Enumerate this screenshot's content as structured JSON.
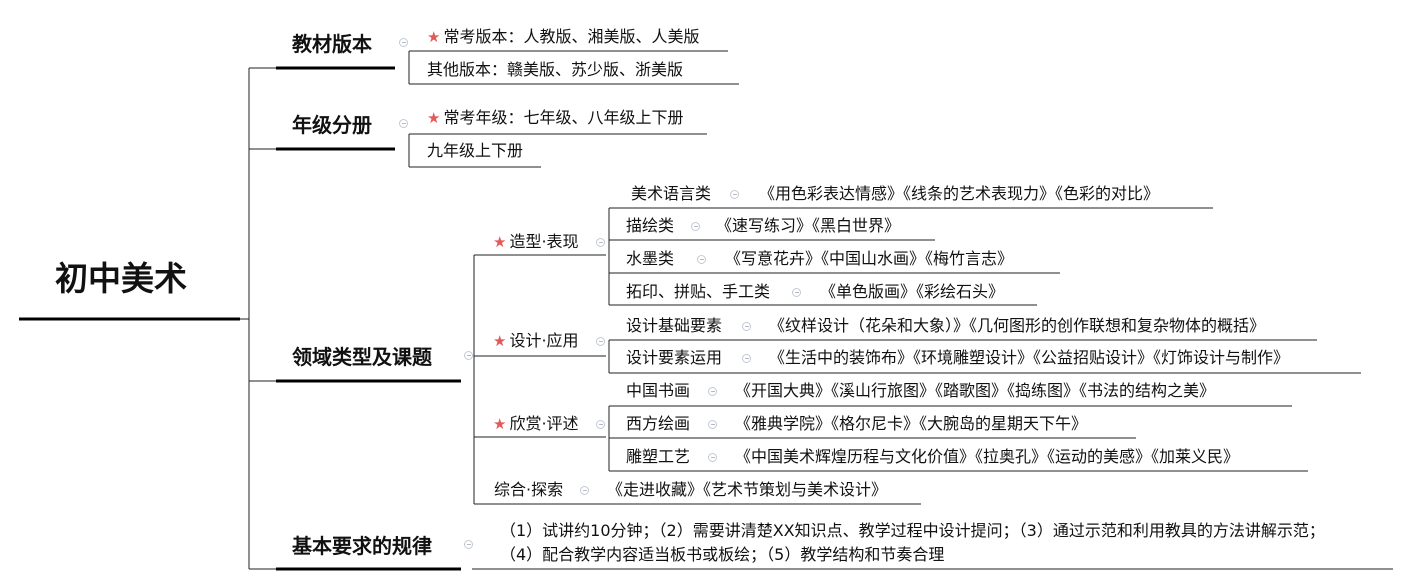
{
  "root": "初中美术",
  "categories": [
    "教材版本",
    "年级分册",
    "领域类型及课题",
    "基本要求的规律"
  ],
  "versions": [
    "常考版本：人教版、湘美版、人美版",
    "其他版本：赣美版、苏少版、浙美版"
  ],
  "grades": [
    "常考年级：七年级、八年级上下册",
    "九年级上下册"
  ],
  "domains": {
    "d1": {
      "label": "造型·表现",
      "items": [
        {
          "label": "美术语言类",
          "courses": "《用色彩表达情感》《线条的艺术表现力》《色彩的对比》"
        },
        {
          "label": "描绘类",
          "courses": "《速写练习》《黑白世界》"
        },
        {
          "label": "水墨类",
          "courses": "《写意花卉》《中国山水画》《梅竹言志》"
        },
        {
          "label": "拓印、拼贴、手工类",
          "courses": "《单色版画》《彩绘石头》"
        }
      ]
    },
    "d2": {
      "label": "设计·应用",
      "items": [
        {
          "label": "设计基础要素",
          "courses": "《纹样设计（花朵和大象）》《几何图形的创作联想和复杂物体的概括》"
        },
        {
          "label": "设计要素运用",
          "courses": "《生活中的装饰布》《环境雕塑设计》《公益招贴设计》《灯饰设计与制作》"
        }
      ]
    },
    "d3": {
      "label": "欣赏·评述",
      "items": [
        {
          "label": "中国书画",
          "courses": "《开国大典》《溪山行旅图》《踏歌图》《捣练图》《书法的结构之美》"
        },
        {
          "label": "西方绘画",
          "courses": "《雅典学院》《格尔尼卡》《大腕岛的星期天下午》"
        },
        {
          "label": "雕塑工艺",
          "courses": "《中国美术辉煌历程与文化价值》《拉奥孔》《运动的美感》《加莱义民》"
        }
      ]
    },
    "d4": {
      "label": "综合·探索",
      "courses": "《走进收藏》《艺术节策划与美术设计》"
    }
  },
  "requirements": [
    "（1）试讲约10分钟；（2）需要讲清楚XX知识点、教学过程中设计提问；（3）通过示范和利用教具的方法讲解示范；",
    "（4）配合教学内容适当板书或板绘；（5）教学结构和节奏合理"
  ]
}
